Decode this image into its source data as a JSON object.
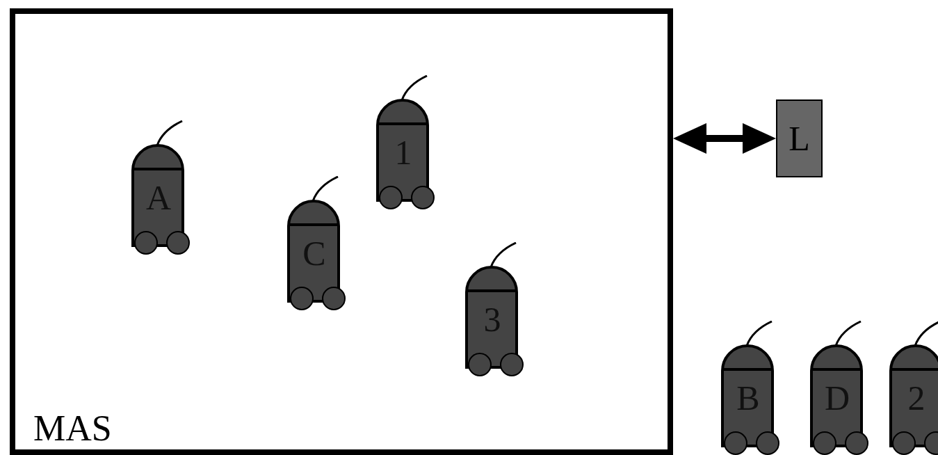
{
  "diagram": {
    "nodes": [
      {
        "text": [
          "MAS"
        ]
      },
      {
        "text": [
          "A"
        ],
        "in": 0
      },
      {
        "text": [
          "C"
        ],
        "in": 0
      },
      {
        "text": [
          "1"
        ],
        "in": 0
      },
      {
        "text": [
          "3"
        ],
        "in": 0
      },
      {
        "text": [
          "L"
        ]
      },
      {
        "text": [
          "B"
        ]
      },
      {
        "text": [
          "D"
        ]
      },
      {
        "text": [
          "2"
        ]
      }
    ],
    "edges": [
      {
        "from": 0,
        "to": 5,
        "arrow": "both"
      }
    ]
  }
}
